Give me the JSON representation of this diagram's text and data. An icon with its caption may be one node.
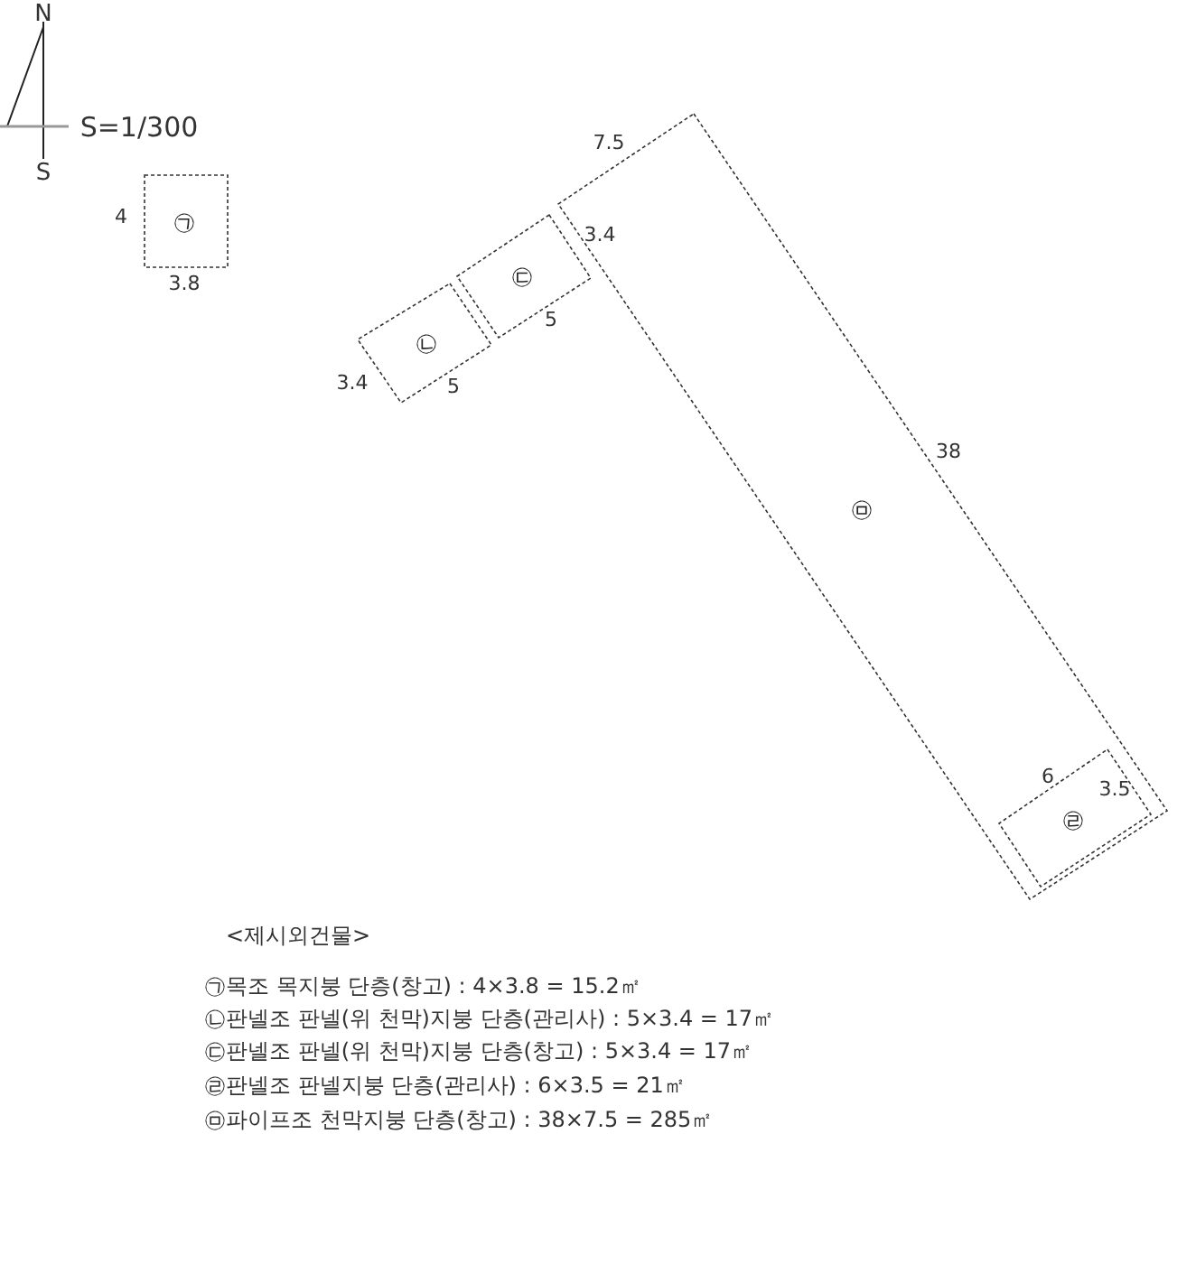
{
  "diagram": {
    "nodes": [
      {
        "text": [
          "㉠"
        ]
      },
      {
        "text": [
          "㉡"
        ]
      },
      {
        "text": [
          "㉢"
        ]
      },
      {
        "text": [
          "㉤"
        ]
      },
      {
        "text": [
          "㉣"
        ],
        "in": 3
      }
    ],
    "edges": [],
    "labels": [
      "N",
      "S=1/300",
      "S",
      "4",
      "3.8",
      "7.5",
      "3.4",
      "5",
      "3.4",
      "5",
      "38",
      "6",
      "3.5",
      "<제시외건물>",
      "㉠목조 목지붕 단층(창고) : 4×3.8 = 15.2㎡",
      "㉡판넬조 판넬(위 천막)지붕 단층(관리사) : 5×3.4 = 17㎡",
      "㉢판넬조 판넬(위 천막)지붕 단층(창고) : 5×3.4 = 17㎡",
      "㉣판넬조 판넬지붕 단층(관리사) : 6×3.5 = 21㎡",
      "㉤파이프조 천막지붕 단층(창고) : 38×7.5 = 285㎡"
    ]
  }
}
